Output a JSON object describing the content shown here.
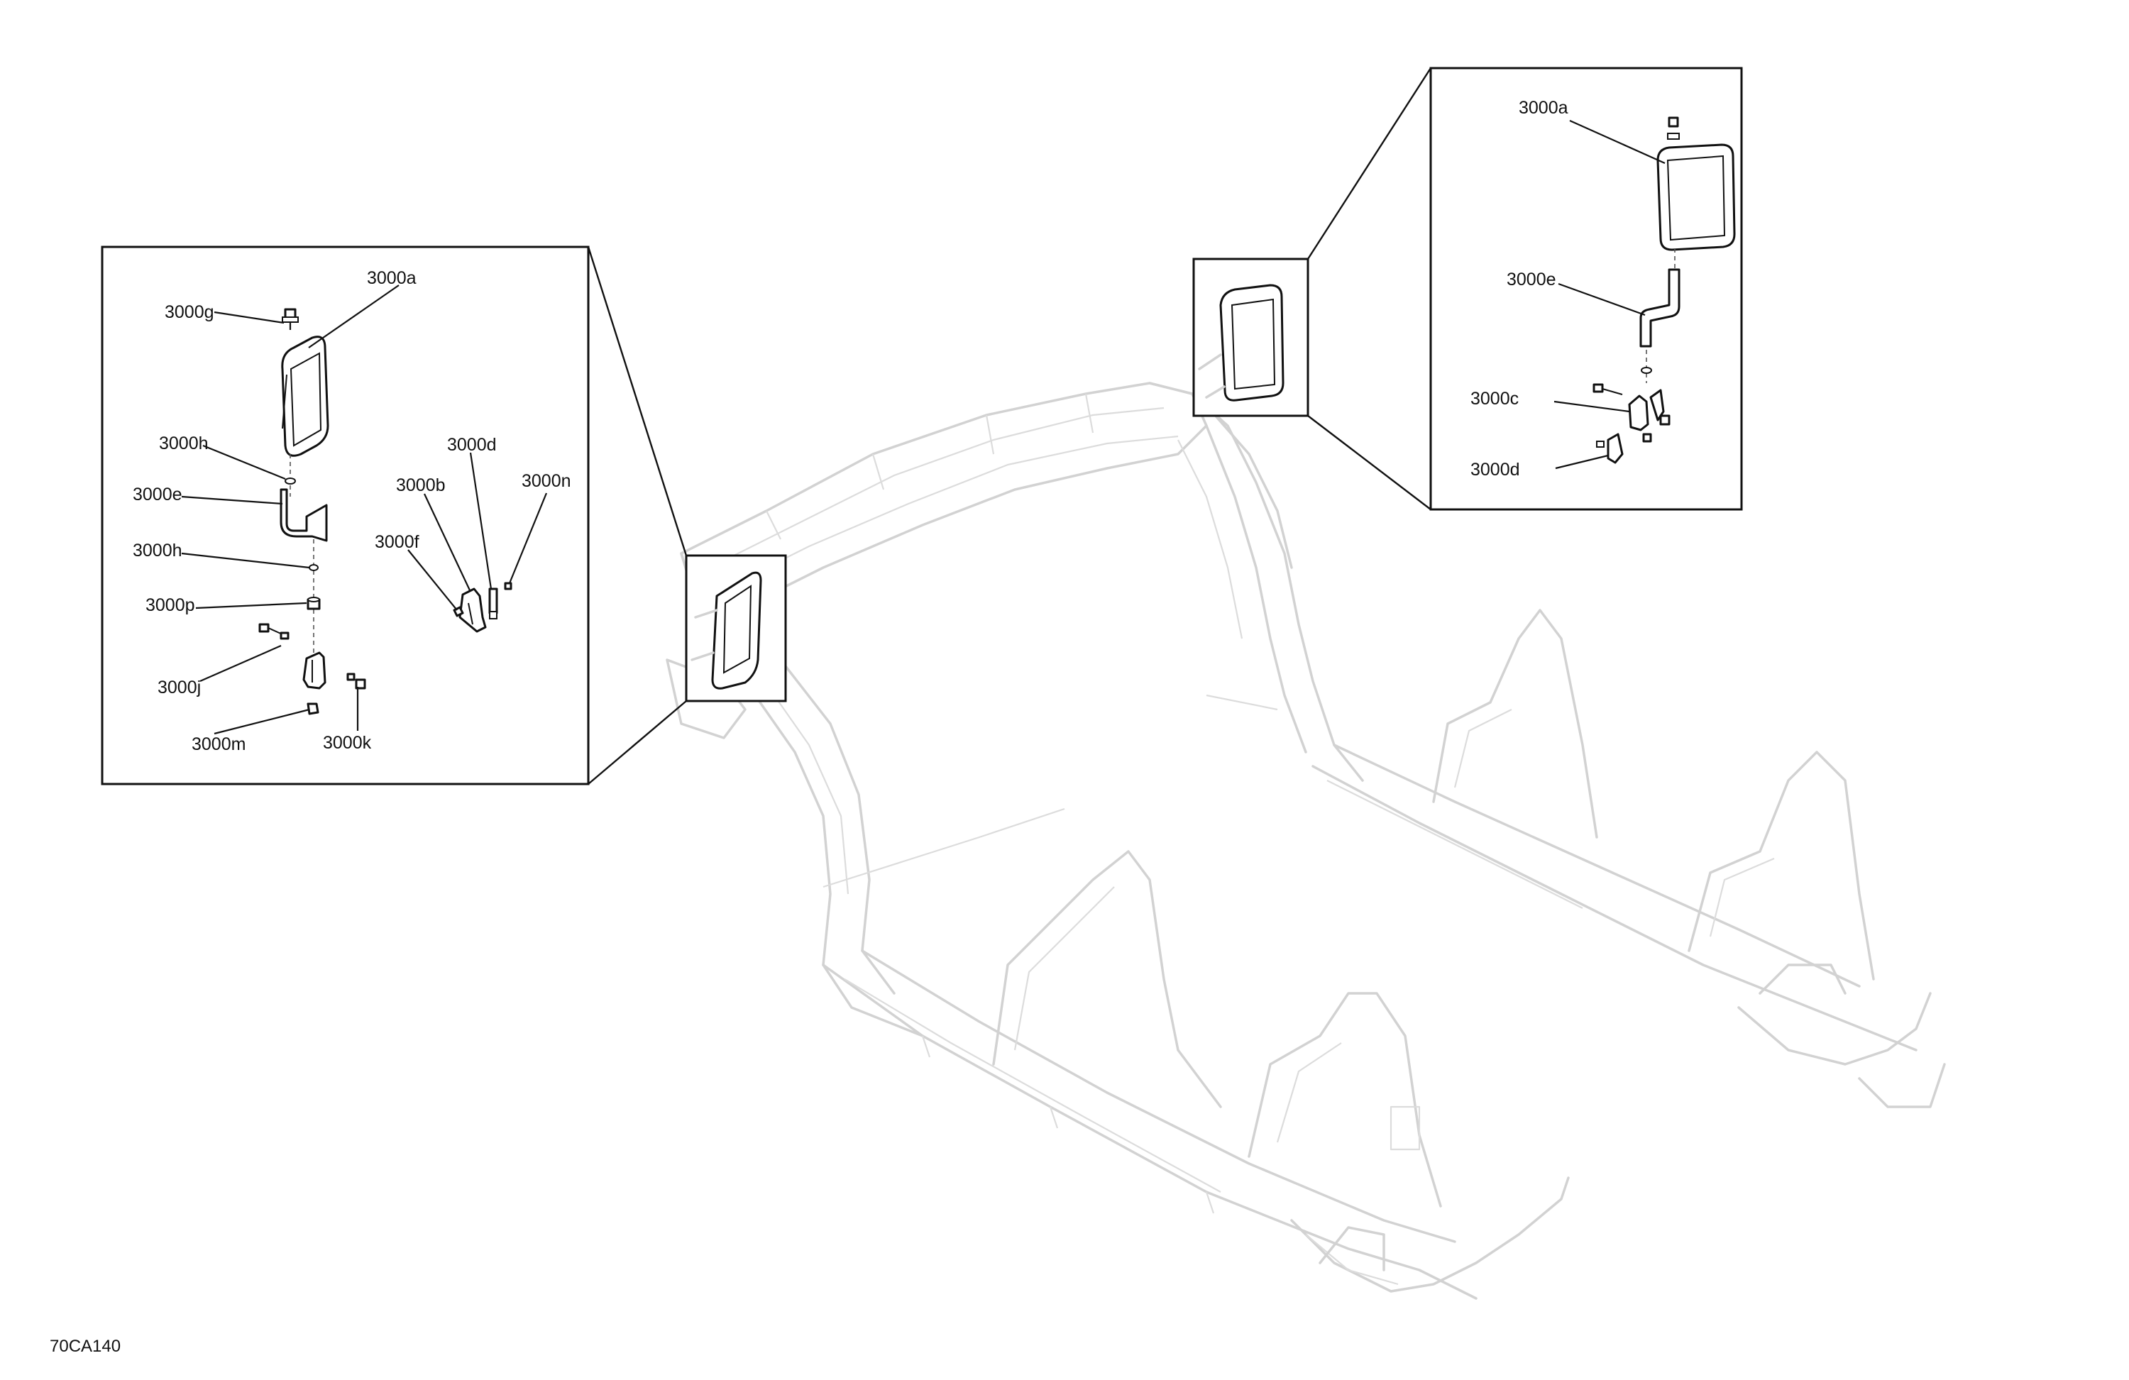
{
  "figure_code": "70CA140",
  "left_callouts": {
    "a": "3000a",
    "g": "3000g",
    "h1": "3000h",
    "e": "3000e",
    "h2": "3000h",
    "p": "3000p",
    "j": "3000j",
    "m": "3000m",
    "k": "3000k",
    "d": "3000d",
    "b": "3000b",
    "n": "3000n",
    "f": "3000f"
  },
  "right_callouts": {
    "a": "3000a",
    "e": "3000e",
    "c": "3000c",
    "d": "3000d"
  }
}
